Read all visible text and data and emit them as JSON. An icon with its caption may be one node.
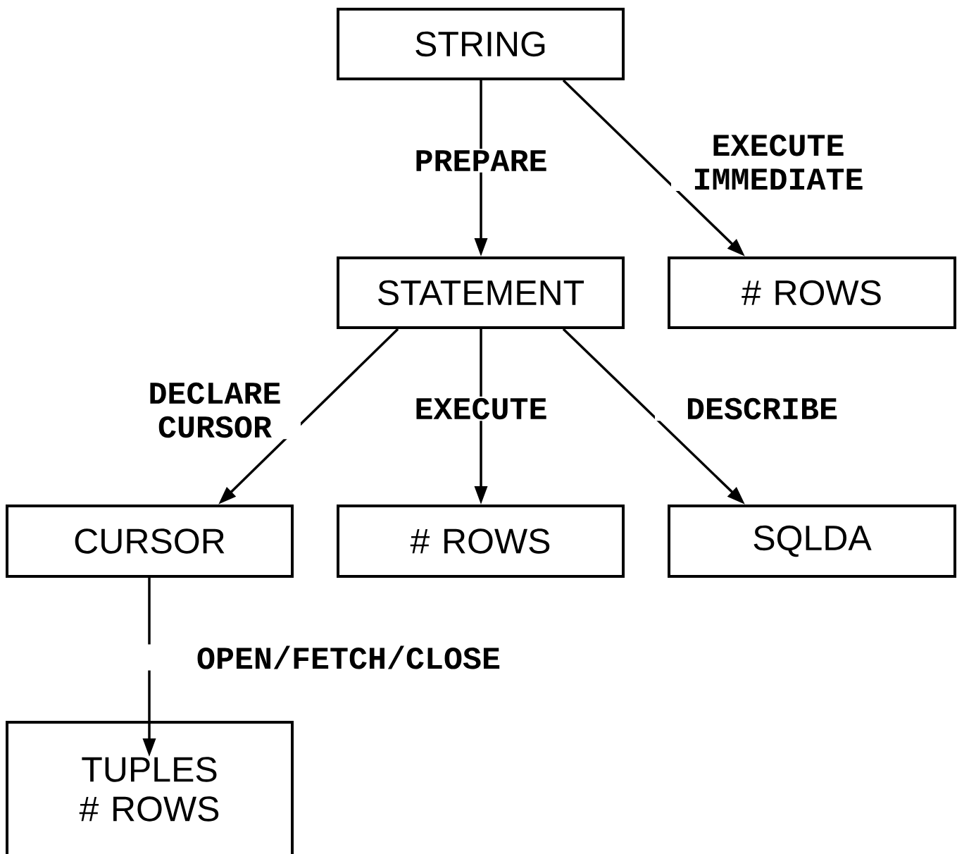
{
  "diagram": {
    "nodes": [
      {
        "text": [
          "STRING"
        ]
      },
      {
        "text": [
          "STATEMENT"
        ]
      },
      {
        "text": [
          "# ROWS"
        ]
      },
      {
        "text": [
          "CURSOR"
        ]
      },
      {
        "text": [
          "# ROWS"
        ]
      },
      {
        "text": [
          "SQLDA"
        ]
      },
      {
        "text": [
          "TUPLES # ROWS"
        ]
      }
    ],
    "edges": [
      {
        "from": 0,
        "to": 1,
        "arrow": "to",
        "label": "PREPARE"
      },
      {
        "from": 0,
        "to": 2,
        "arrow": "to",
        "label": "EXECUTE IMMEDIATE"
      },
      {
        "from": 1,
        "to": 3,
        "arrow": "to",
        "label": "DECLARE CURSOR"
      },
      {
        "from": 1,
        "to": 4,
        "arrow": "to",
        "label": "EXECUTE"
      },
      {
        "from": 1,
        "to": 5,
        "arrow": "to",
        "label": "DESCRIBE"
      },
      {
        "from": 3,
        "to": 6,
        "arrow": "to",
        "label": "OPEN/FETCH/CLOSE"
      }
    ]
  }
}
